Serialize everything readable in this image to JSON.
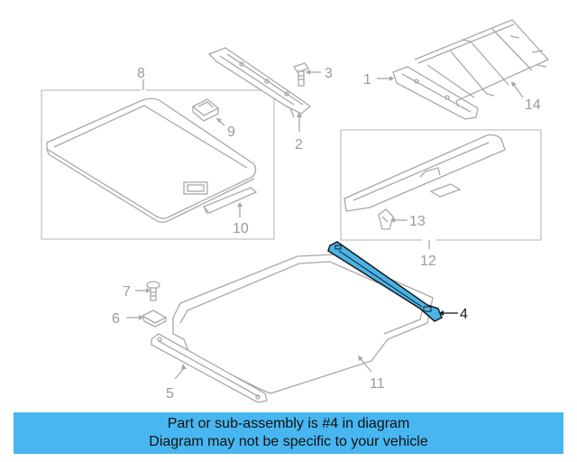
{
  "callouts": {
    "c1": "1",
    "c2": "2",
    "c3": "3",
    "c4": "4",
    "c5": "5",
    "c6": "6",
    "c7": "7",
    "c8": "8",
    "c9": "9",
    "c10": "10",
    "c11": "11",
    "c12": "12",
    "c13": "13",
    "c14": "14"
  },
  "highlighted_part": "4",
  "colors": {
    "highlight": "#48b4e8",
    "caption_bg": "#48b6f0",
    "line": "#a8a8a8"
  },
  "caption": {
    "line1": "Part or sub-assembly is #4 in diagram",
    "line2": "Diagram may not be specific to your vehicle"
  }
}
